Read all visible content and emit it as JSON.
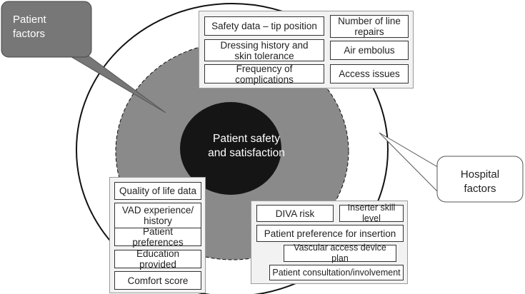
{
  "center": {
    "label": "Patient safety\nand satisfaction"
  },
  "callouts": {
    "patient": "Patient\nfactors",
    "hospital": "Hospital\nfactors"
  },
  "top_panel": {
    "items": [
      "Safety data – tip position",
      "Number of line\nrepairs",
      "Dressing history and\nskin tolerance",
      "Air embolus",
      "Frequency of complications",
      "Access issues"
    ]
  },
  "left_panel": {
    "items": [
      "Quality of life data",
      "VAD experience/\nhistory",
      "Patient preferences",
      "Education provided",
      "Comfort score"
    ]
  },
  "right_panel": {
    "items": [
      "DIVA risk",
      "Inserter skill level",
      "Patient preference for insertion",
      "Vascular access device plan",
      "Patient consultation/involvement"
    ]
  },
  "colors": {
    "middle_ring": "#8a8a8a",
    "core": "#151515",
    "patient_callout": "#777777",
    "panel": "#f2f2f2"
  }
}
